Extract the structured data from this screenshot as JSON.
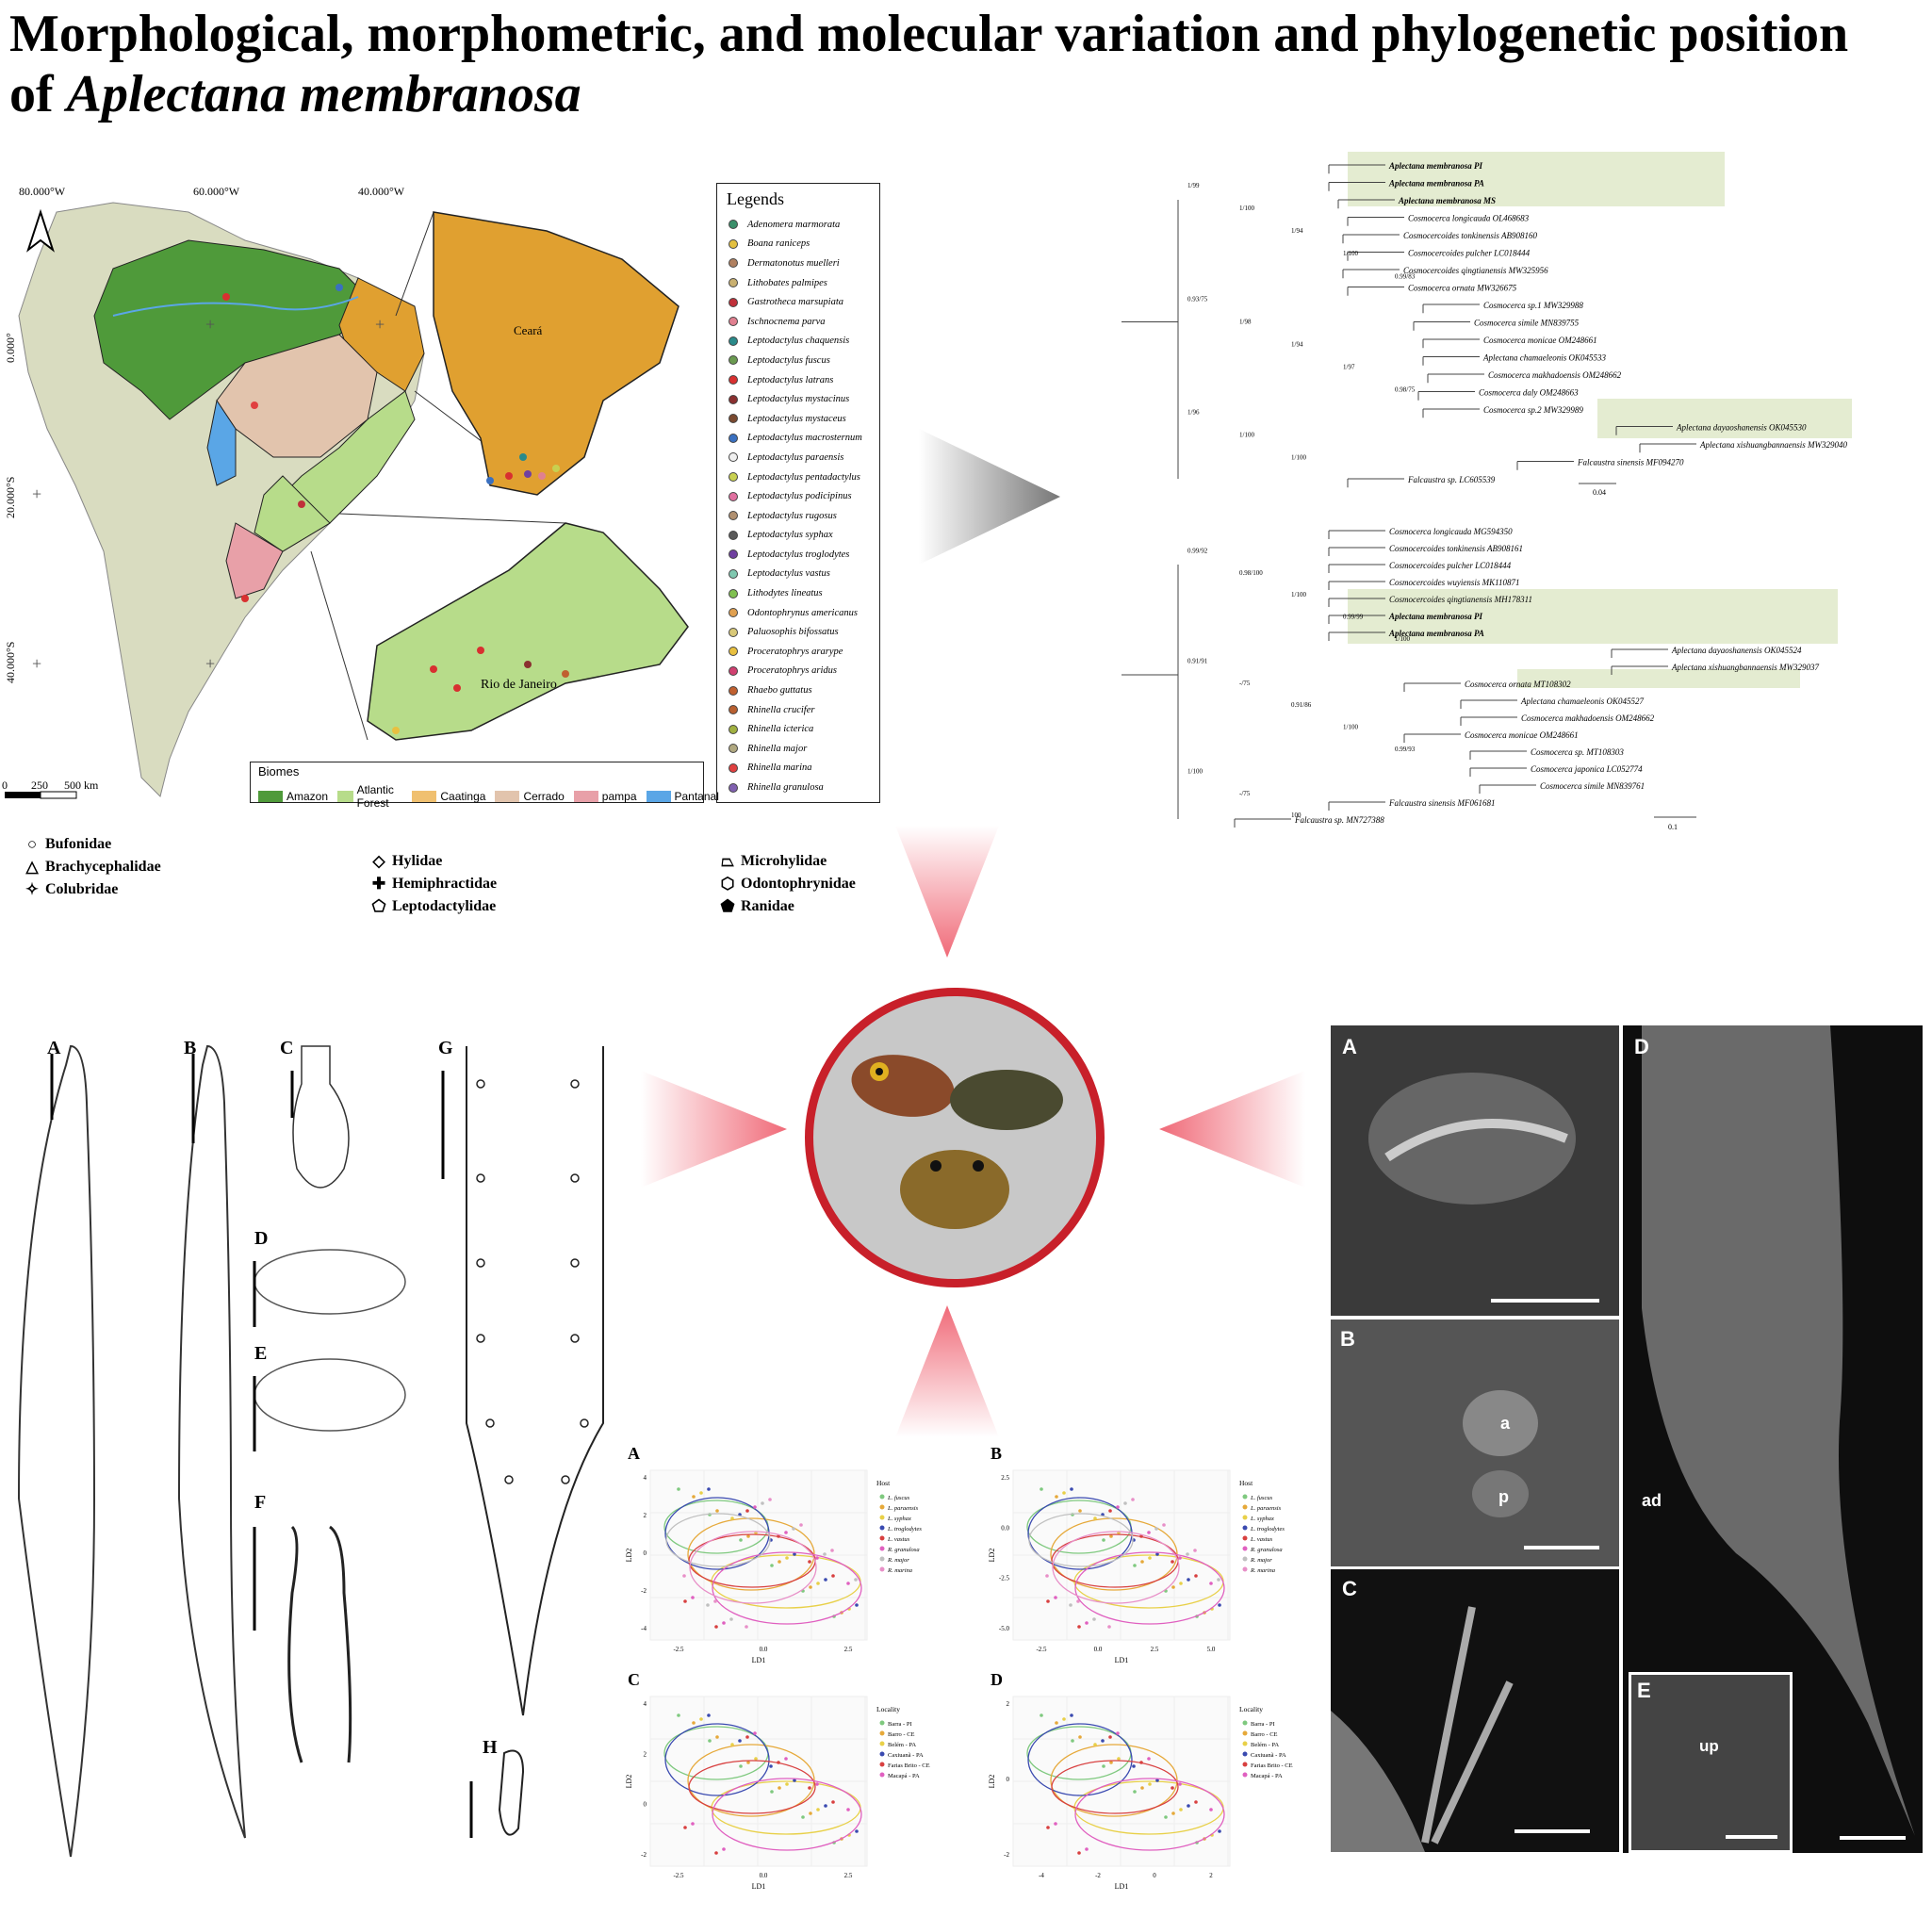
{
  "title": {
    "line1": "Morphological, morphometric, and molecular variation and phylogenetic position",
    "line2_prefix": "of ",
    "line2_italic": "Aplectana membranosa"
  },
  "map": {
    "lon_labels": [
      "80.000°W",
      "60.000°W",
      "40.000°W"
    ],
    "lat_labels": [
      "0.000°",
      "20.000°S",
      "40.000°S"
    ],
    "inset_top_label": "Ceará",
    "inset_bottom_label": "Rio de Janeiro",
    "scale_labels": [
      "0",
      "250",
      "500 km"
    ],
    "colors": {
      "amazon": "#4f9a3a",
      "atlantic": "#b7dc8a",
      "caatinga": "#e0a030",
      "cerrado": "#e2c4ad",
      "pampa": "#e8a0a8",
      "pantanal": "#5aa6e6",
      "ocean": "#ffffff",
      "land": "#d9dcc0"
    }
  },
  "legend": {
    "title": "Legends",
    "items": [
      {
        "name": "Adenomera marmorata",
        "color": "#3a8f6a"
      },
      {
        "name": "Boana raniceps",
        "color": "#e3c040"
      },
      {
        "name": "Dermatonotus muelleri",
        "color": "#b08060"
      },
      {
        "name": "Lithobates palmipes",
        "color": "#c9b070"
      },
      {
        "name": "Gastrotheca marsupiata",
        "color": "#c0303a"
      },
      {
        "name": "Ischnocnema parva",
        "color": "#e08090"
      },
      {
        "name": "Leptodactylus chaquensis",
        "color": "#2a8a8a"
      },
      {
        "name": "Leptodactylus fuscus",
        "color": "#6a9a50"
      },
      {
        "name": "Leptodactylus latrans",
        "color": "#d83030"
      },
      {
        "name": "Leptodactylus mystacinus",
        "color": "#8a3030"
      },
      {
        "name": "Leptodactylus mystaceus",
        "color": "#7a4a30"
      },
      {
        "name": "Leptodactylus macrosternum",
        "color": "#3a70c0"
      },
      {
        "name": "Leptodactylus paraensis",
        "color": "#f0f0f0"
      },
      {
        "name": "Leptodactylus pentadactylus",
        "color": "#c8d050"
      },
      {
        "name": "Leptodactylus podicipinus",
        "color": "#e070a0"
      },
      {
        "name": "Leptodactylus rugosus",
        "color": "#b09070"
      },
      {
        "name": "Leptodactylus syphax",
        "color": "#5a5a5a"
      },
      {
        "name": "Leptodactylus troglodytes",
        "color": "#7040a0"
      },
      {
        "name": "Leptodactylus vastus",
        "color": "#80c8b0"
      },
      {
        "name": "Lithodytes lineatus",
        "color": "#80c050"
      },
      {
        "name": "Odontophrynus americanus",
        "color": "#e0a050"
      },
      {
        "name": "Paluosophis bifossatus",
        "color": "#d8c878"
      },
      {
        "name": "Proceratophrys ararype",
        "color": "#e8c040"
      },
      {
        "name": "Proceratophrys aridus",
        "color": "#d04070"
      },
      {
        "name": "Rhaebo guttatus",
        "color": "#c06030"
      },
      {
        "name": "Rhinella crucifer",
        "color": "#b86030"
      },
      {
        "name": "Rhinella icterica",
        "color": "#a0b040"
      },
      {
        "name": "Rhinella major",
        "color": "#b0a880"
      },
      {
        "name": "Rhinella marina",
        "color": "#e04040"
      },
      {
        "name": "Rhinella granulosa",
        "color": "#8060b0"
      }
    ]
  },
  "biomes": {
    "title": "Biomes",
    "items": [
      {
        "name": "Amazon",
        "color": "#4f9a3a"
      },
      {
        "name": "Atlantic Forest",
        "color": "#b7dc8a"
      },
      {
        "name": "Caatinga",
        "color": "#f0c070"
      },
      {
        "name": "Cerrado",
        "color": "#e2c4ad"
      },
      {
        "name": "pampa",
        "color": "#e8a0a8"
      },
      {
        "name": "Pantanal",
        "color": "#5aa6e6"
      }
    ]
  },
  "families": [
    {
      "name": "Bufonidae",
      "glyph": "○"
    },
    {
      "name": "Brachycephalidae",
      "glyph": "△"
    },
    {
      "name": "Colubridae",
      "glyph": "✧"
    },
    {
      "name": "Hylidae",
      "glyph": "◇"
    },
    {
      "name": "Hemiphractidae",
      "glyph": "✚"
    },
    {
      "name": "Leptodactylidae",
      "glyph": "⬠"
    },
    {
      "name": "Microhylidae",
      "glyph": "⏢"
    },
    {
      "name": "Odontophrynidae",
      "glyph": "⬡"
    },
    {
      "name": "Ranidae",
      "glyph": "⬟"
    }
  ],
  "tree1": {
    "taxa": [
      {
        "name": "Aplectana membranosa PI",
        "bold": true
      },
      {
        "name": "Aplectana membranosa PA",
        "bold": true
      },
      {
        "name": "Aplectana membranosa MS",
        "bold": true
      },
      {
        "name": "Cosmocerca longicauda OL468683",
        "bold": false
      },
      {
        "name": "Cosmocercoides tonkinensis AB908160",
        "bold": false
      },
      {
        "name": "Cosmocercoides pulcher LC018444",
        "bold": false
      },
      {
        "name": "Cosmocercoides qingtianensis MW325956",
        "bold": false
      },
      {
        "name": "Cosmocerca ornata MW326675",
        "bold": false
      },
      {
        "name": "Cosmocerca sp.1 MW329988",
        "bold": false
      },
      {
        "name": "Cosmocerca simile MN839755",
        "bold": false
      },
      {
        "name": "Cosmocerca monicae OM248661",
        "bold": false
      },
      {
        "name": "Aplectana chamaeleonis OK045533",
        "bold": false
      },
      {
        "name": "Cosmocerca makhadoensis OM248662",
        "bold": false
      },
      {
        "name": "Cosmocerca daly OM248663",
        "bold": false
      },
      {
        "name": "Cosmocerca sp.2 MW329989",
        "bold": false
      },
      {
        "name": "Aplectana dayaoshanensis OK045530",
        "bold": false
      },
      {
        "name": "Aplectana xishuangbannaensis MW329040",
        "bold": false
      },
      {
        "name": "Falcaustra sinensis MF094270",
        "bold": false
      },
      {
        "name": "Falcaustra sp. LC605539",
        "bold": false
      }
    ],
    "support": [
      "1/99",
      "1/100",
      "1/94",
      "1/100",
      "0.99/83",
      "0.93/75",
      "1/98",
      "1/94",
      "1/97",
      "0.98/75",
      "1/96",
      "1/100",
      "1/100"
    ],
    "scale": "0.04"
  },
  "tree2": {
    "taxa": [
      {
        "name": "Cosmocerca longicauda MG594350",
        "bold": false
      },
      {
        "name": "Cosmocercoides tonkinensis AB908161",
        "bold": false
      },
      {
        "name": "Cosmocercoides pulcher LC018444",
        "bold": false
      },
      {
        "name": "Cosmocercoides wuyiensis MK110871",
        "bold": false
      },
      {
        "name": "Cosmocercoides qingtianensis MH178311",
        "bold": false
      },
      {
        "name": "Aplectana membranosa PI",
        "bold": true
      },
      {
        "name": "Aplectana membranosa PA",
        "bold": true
      },
      {
        "name": "Aplectana dayaoshanensis OK045524",
        "bold": false
      },
      {
        "name": "Aplectana xishuangbannaensis MW329037",
        "bold": false
      },
      {
        "name": "Cosmocerca ornata MT108302",
        "bold": false
      },
      {
        "name": "Aplectana chamaeleonis OK045527",
        "bold": false
      },
      {
        "name": "Cosmocerca makhadoensis OM248662",
        "bold": false
      },
      {
        "name": "Cosmocerca monicae OM248661",
        "bold": false
      },
      {
        "name": "Cosmocerca sp. MT108303",
        "bold": false
      },
      {
        "name": "Cosmocerca japonica LC052774",
        "bold": false
      },
      {
        "name": "Cosmocerca simile MN839761",
        "bold": false
      },
      {
        "name": "Falcaustra sinensis MF061681",
        "bold": false
      },
      {
        "name": "Falcaustra sp. MN727388",
        "bold": false
      }
    ],
    "support": [
      "0.99/92",
      "0.98/100",
      "1/100",
      "0.99/99",
      "1/100",
      "0.91/91",
      "-/75",
      "0.91/86",
      "1/100",
      "0.99/93",
      "1/100",
      "-/75",
      "100"
    ],
    "scale": "0.1"
  },
  "drawing_labels": [
    "A",
    "B",
    "C",
    "D",
    "E",
    "F",
    "G",
    "H"
  ],
  "sem": {
    "panels": [
      "A",
      "B",
      "C",
      "D",
      "E"
    ],
    "annotations": {
      "a": "a",
      "p": "p",
      "ad": "ad",
      "up": "up"
    }
  },
  "plots": [
    {
      "label": "A",
      "legend_title": "Host",
      "legend": [
        "L. fuscus",
        "L. paraensis",
        "L. syphax",
        "L. troglodytes",
        "L. vastus",
        "R. granulosa",
        "R. major",
        "R. marina"
      ],
      "xlabel": "LD1",
      "ylabel": "LD2",
      "xticks": [
        "-2.5",
        "0.0",
        "2.5"
      ],
      "yticks": [
        "4",
        "2",
        "0",
        "-2",
        "-4"
      ]
    },
    {
      "label": "B",
      "legend_title": "Host",
      "legend": [
        "L. fuscus",
        "L. paraensis",
        "L. syphax",
        "L. troglodytes",
        "L. vastus",
        "R. granulosa",
        "R. major",
        "R. marina"
      ],
      "xlabel": "LD1",
      "ylabel": "LD2",
      "xticks": [
        "-2.5",
        "0.0",
        "2.5",
        "5.0"
      ],
      "yticks": [
        "2.5",
        "0.0",
        "-2.5",
        "-5.0"
      ]
    },
    {
      "label": "C",
      "legend_title": "Locality",
      "legend": [
        "Barra - PI",
        "Barro - CE",
        "Belém - PA",
        "Caxiuanã - PA",
        "Farias Brito - CE",
        "Macapá - PA"
      ],
      "xlabel": "LD1",
      "ylabel": "LD2",
      "xticks": [
        "-2.5",
        "0.0",
        "2.5"
      ],
      "yticks": [
        "4",
        "2",
        "0",
        "-2"
      ]
    },
    {
      "label": "D",
      "legend_title": "Locality",
      "legend": [
        "Barra - PI",
        "Barro - CE",
        "Belém - PA",
        "Caxiuanã - PA",
        "Farias Brito - CE",
        "Macapá - PA"
      ],
      "xlabel": "LD1",
      "ylabel": "LD2",
      "xticks": [
        "-4",
        "-2",
        "0",
        "2"
      ],
      "yticks": [
        "2",
        "0",
        "-2"
      ]
    }
  ],
  "plot_colors": [
    "#7fc97f",
    "#e6a93a",
    "#e8d048",
    "#3a4ab0",
    "#d84040",
    "#e060c0",
    "#c0c0c0",
    "#e890c8"
  ]
}
